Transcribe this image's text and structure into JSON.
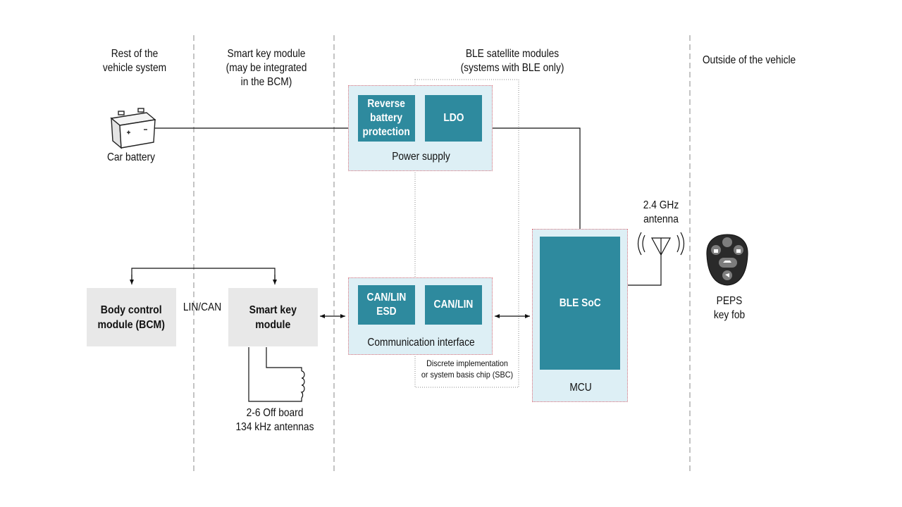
{
  "columns": {
    "rest": "Rest of the\nvehicle system",
    "smart_key": "Smart key module\n(may be integrated\nin the BCM)",
    "ble": "BLE satellite modules\n(systems with BLE only)",
    "outside": "Outside of the vehicle"
  },
  "battery": {
    "label": "Car battery",
    "icon": "car-battery-icon"
  },
  "power_supply": {
    "title": "Power supply",
    "reverse": "Reverse\nbattery\nprotection",
    "ldo": "LDO"
  },
  "comm_interface": {
    "title": "Communication interface",
    "esd": "CAN/LIN\nESD",
    "canlin": "CAN/LIN"
  },
  "sbc_note": "Discrete implementation\nor system basis chip (SBC)",
  "mcu": {
    "title": "MCU",
    "soc": "BLE SoC"
  },
  "bcm": "Body control\nmodule (BCM)",
  "bus_label": "LIN/CAN",
  "smart_key_box": "Smart key\nmodule",
  "lf_antennas": "2-6 Off board\n134 kHz antennas",
  "antenna": {
    "label": "2.4 GHz\nantenna",
    "icon": "antenna-icon"
  },
  "key_fob": {
    "label": "PEPS\nkey fob",
    "icon": "key-fob-icon"
  },
  "colors": {
    "teal": "#2e8a9e",
    "light": "#ddeff5",
    "grey": "#e8e8e8",
    "dotted_red": "#e0707a"
  }
}
